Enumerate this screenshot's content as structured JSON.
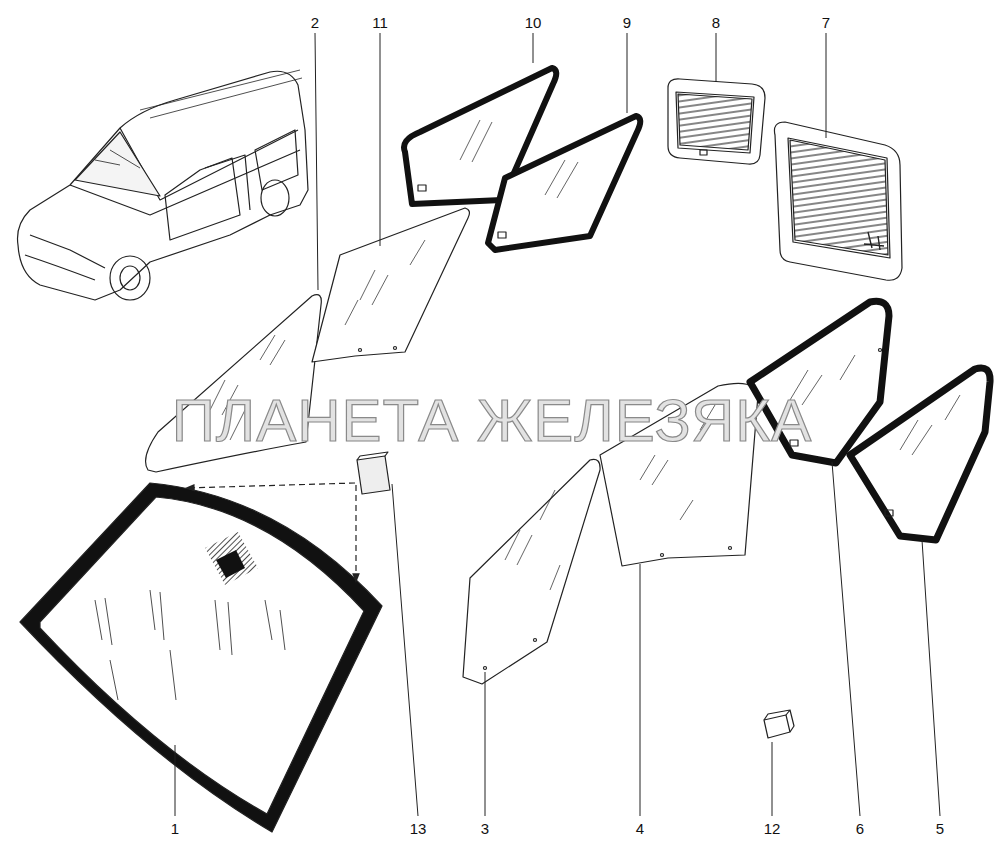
{
  "diagram": {
    "labels": [
      "2",
      "11",
      "10",
      "9",
      "8",
      "7",
      "ПЛАНЕТА ЖЕЛЕЗЯКА",
      "1",
      "13",
      "3",
      "4",
      "12",
      "6",
      "5"
    ]
  }
}
